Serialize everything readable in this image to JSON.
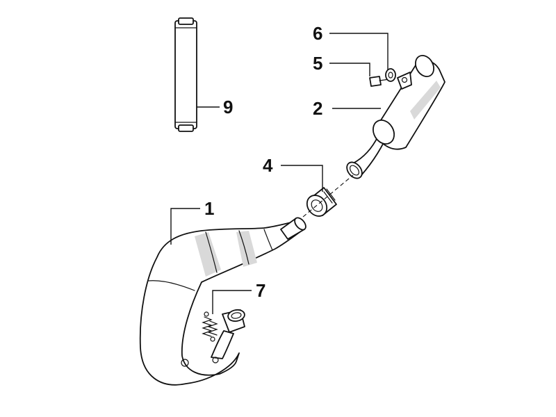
{
  "diagram": {
    "callouts": {
      "part_1": "1",
      "part_2": "2",
      "part_4": "4",
      "part_5": "5",
      "part_6": "6",
      "part_7": "7",
      "part_9": "9"
    },
    "colors": {
      "line": "#111111",
      "shade": "#d9d9d9",
      "background": "#ffffff"
    }
  }
}
